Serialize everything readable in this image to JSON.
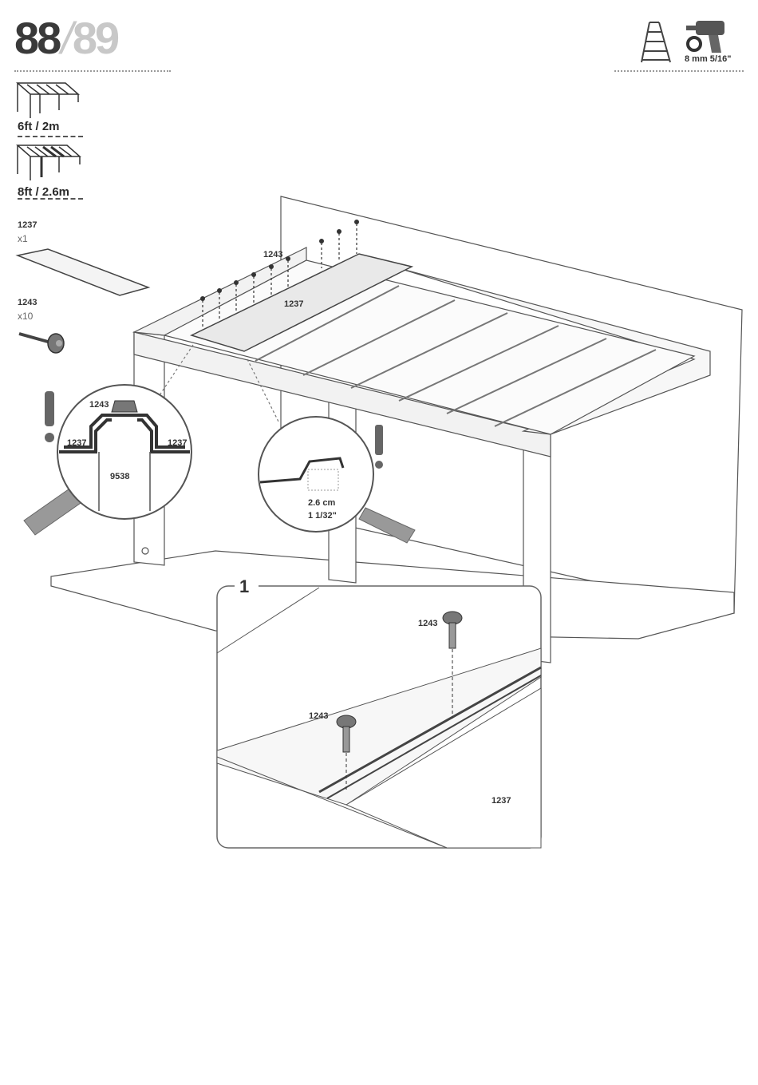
{
  "header": {
    "page_current": "88",
    "page_separator": "/",
    "page_total": "89"
  },
  "sizes": [
    {
      "label": "6ft / 2m"
    },
    {
      "label": "8ft / 2.6m"
    }
  ],
  "parts": [
    {
      "id": "1237",
      "qty": "x1"
    },
    {
      "id": "1243",
      "qty": "x10"
    }
  ],
  "tools": {
    "drill_bit": "8 mm 5/16\"",
    "ladder_icon": "ladder-icon",
    "drill_icon": "drill-icon"
  },
  "diagram": {
    "panel_label": "1237",
    "screw_label": "1243"
  },
  "detail_left": {
    "screw": "1243",
    "panel_left": "1237",
    "panel_right": "1237",
    "beam": "9538"
  },
  "detail_right": {
    "measure_metric": "2.6 cm",
    "measure_imperial": "1 1/32\""
  },
  "inset": {
    "step": "1",
    "screw_a": "1243",
    "screw_b": "1243",
    "panel": "1237"
  }
}
